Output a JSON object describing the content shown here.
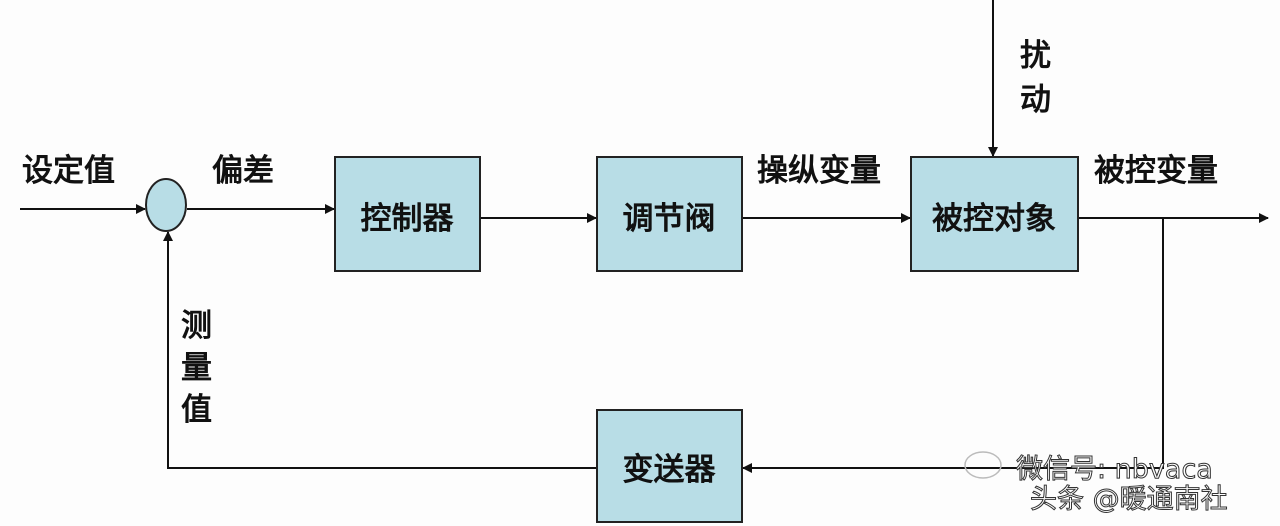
{
  "blocks": {
    "controller": "控制器",
    "valve": "调节阀",
    "plant": "被控对象",
    "transmitter": "变送器"
  },
  "signals": {
    "setpoint": "设定值",
    "error": "偏差",
    "manipulated_variable": "操纵变量",
    "controlled_variable": "被控变量",
    "disturbance": [
      "扰",
      "动"
    ],
    "measured_value": [
      "测",
      "量",
      "值"
    ]
  },
  "watermark": {
    "line1": "微信号: nbvaca",
    "line2": "头条 @暖通南社"
  },
  "colors": {
    "block_fill": "#b8dde6",
    "line": "#111111"
  }
}
